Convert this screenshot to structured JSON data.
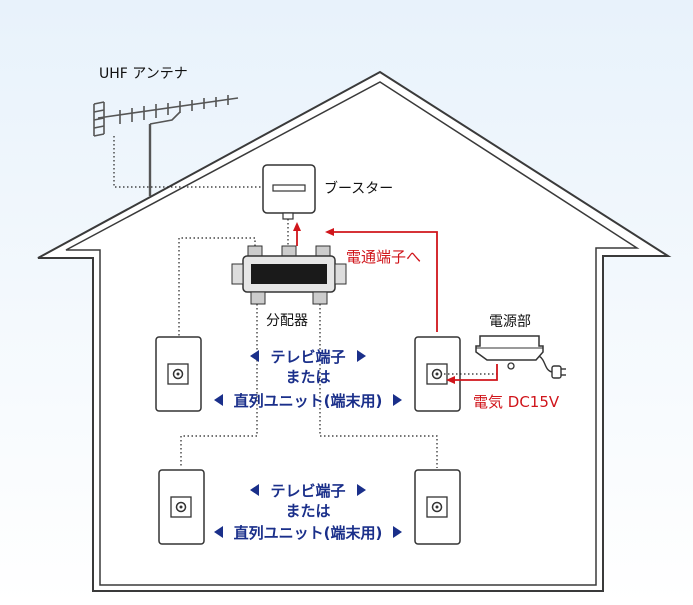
{
  "labels": {
    "antenna": "UHF アンテナ",
    "booster": "ブースター",
    "power_terminal": "電通端子へ",
    "splitter": "分配器",
    "power_unit": "電源部",
    "power_spec": "電気 DC15V"
  },
  "notes": [
    {
      "line1": "テレビ端子",
      "line2": "または",
      "line3": "直列ユニット(端末用)"
    },
    {
      "line1": "テレビ端子",
      "line2": "または",
      "line3": "直列ユニット(端末用)"
    }
  ],
  "colors": {
    "background_top": "#e9f3fb",
    "house_fill": "#ffffff",
    "house_outline": "#3a3a3a",
    "accent_blue": "#1a2f8a",
    "signal_red": "#d0151b"
  }
}
